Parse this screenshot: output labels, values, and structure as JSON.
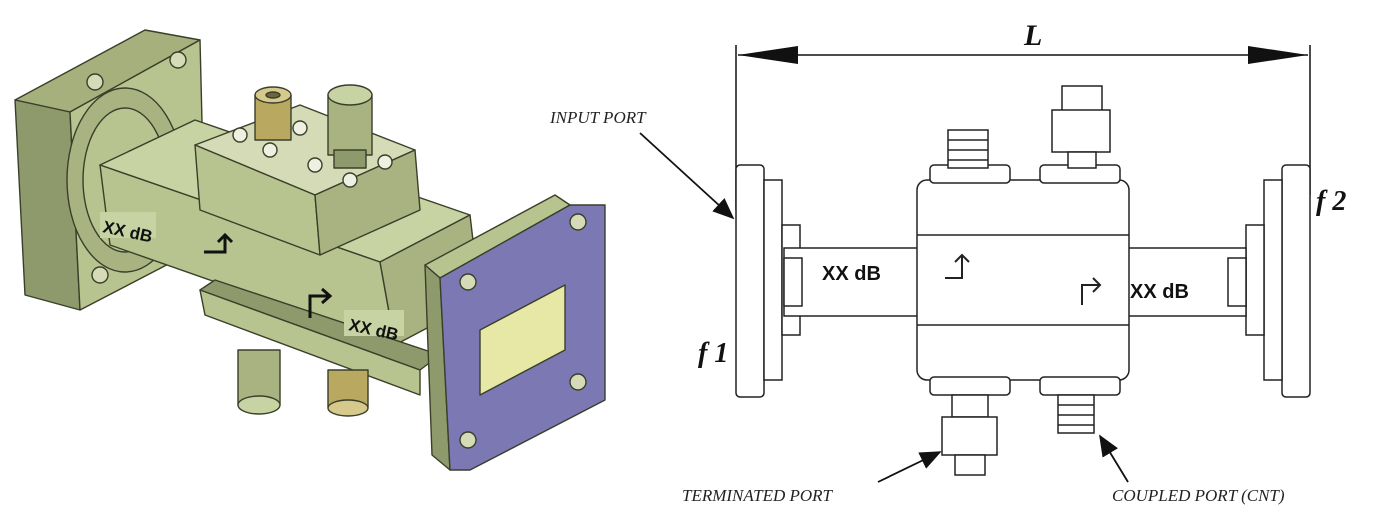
{
  "left_view": {
    "attenuation_front_label": "XX dB",
    "attenuation_bottom_label": "XX dB"
  },
  "right_view": {
    "length_label": "L",
    "input_port_label": "INPUT PORT",
    "terminated_port_label": "TERMINATED PORT",
    "coupled_port_label": "COUPLED PORT (CNT)",
    "flange_1_label": "f 1",
    "flange_2_label": "f 2",
    "attenuation_left_label": "XX dB",
    "attenuation_right_label": "XX dB"
  },
  "colors": {
    "body_green": "#b8c48f",
    "body_dark": "#8e9a6c",
    "flange_face": "#7b78b4",
    "aperture": "#e7e8a6"
  }
}
